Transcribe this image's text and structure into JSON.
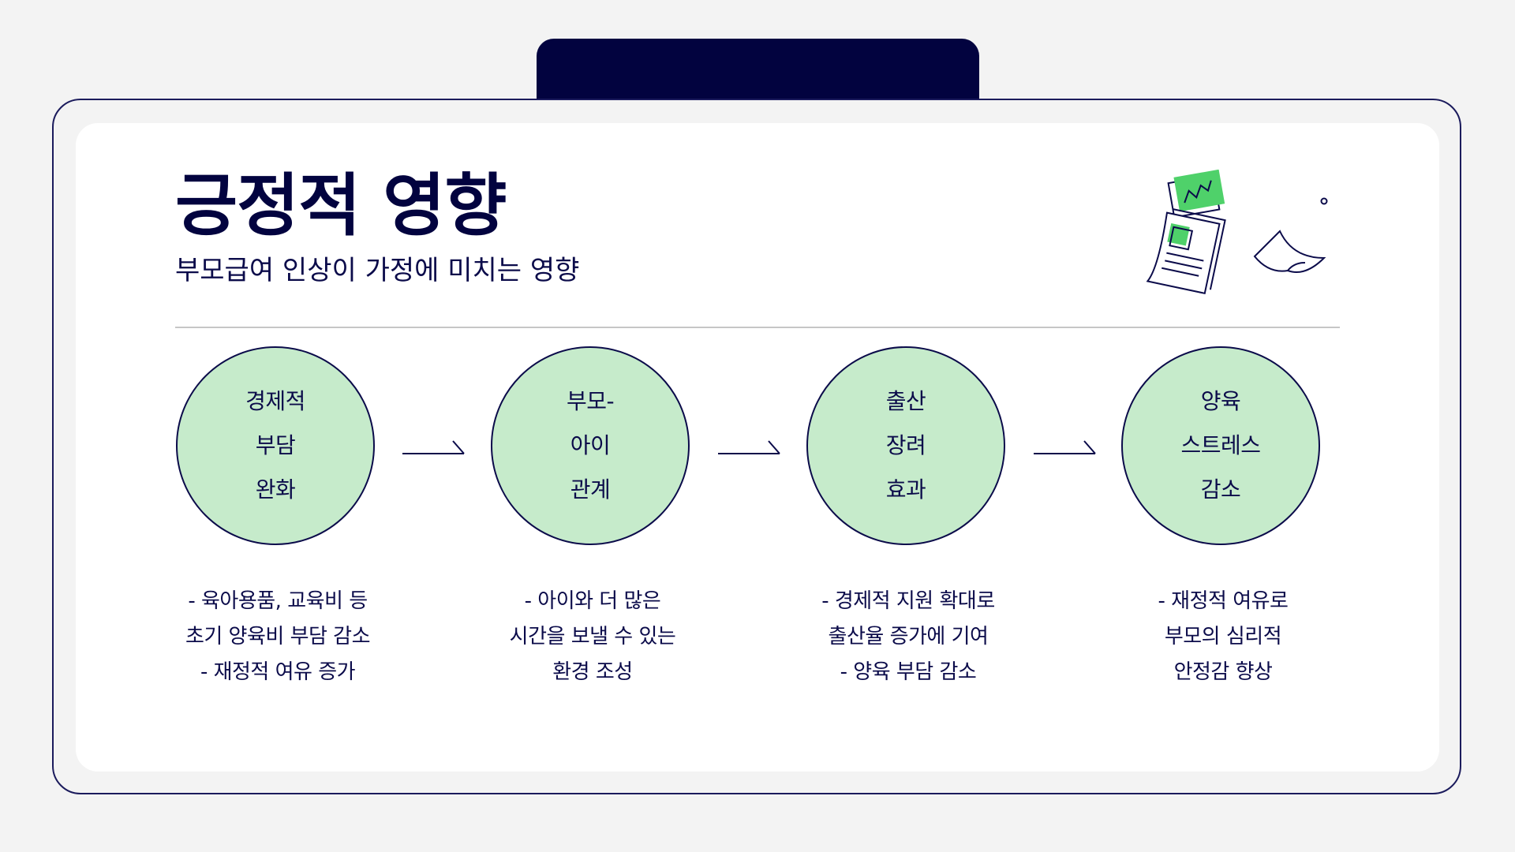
{
  "header": {
    "title": "긍정적 영향",
    "subtitle": "부모급여 인상이 가정에 미치는 영향"
  },
  "illustration": {
    "icon": "documents-chart-icon",
    "accent_color": "#4fd16a"
  },
  "colors": {
    "navy": "#02033f",
    "circle_fill": "#c6ebcb",
    "background": "#f3f3f3",
    "card": "#ffffff"
  },
  "steps": [
    {
      "circle_text": "경제적\n부담\n완화",
      "description": "- 육아용품, 교육비 등\n초기 양육비 부담 감소\n- 재정적 여유 증가"
    },
    {
      "circle_text": "부모-\n아이\n관계",
      "description": "- 아이와 더 많은\n시간을 보낼 수 있는\n환경 조성"
    },
    {
      "circle_text": "출산\n장려\n효과",
      "description": "- 경제적 지원 확대로\n출산율 증가에 기여\n- 양육 부담 감소"
    },
    {
      "circle_text": "양육\n스트레스\n감소",
      "description": "- 재정적 여유로\n부모의 심리적\n안정감 향상"
    }
  ]
}
